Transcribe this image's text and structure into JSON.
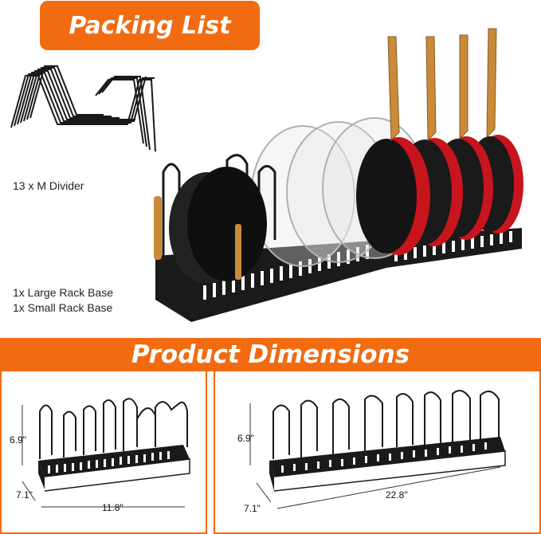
{
  "packing_list": {
    "title": "Packing List",
    "divider_label": "13 x M Divider",
    "large_base_label": "1x Large Rack Base",
    "small_base_label": "1x Small Rack Base"
  },
  "product_dimensions": {
    "title": "Product Dimensions",
    "small_rack": {
      "height": "6.9\"",
      "depth": "7.1\"",
      "width": "11.8\""
    },
    "large_rack": {
      "height": "6.9\"",
      "depth": "7.1\"",
      "width": "22.8\""
    }
  },
  "colors": {
    "accent": "#f26b10",
    "rack": "#1a1a1a",
    "pan_red": "#c8141c",
    "handle_gold": "#c98a3a"
  }
}
